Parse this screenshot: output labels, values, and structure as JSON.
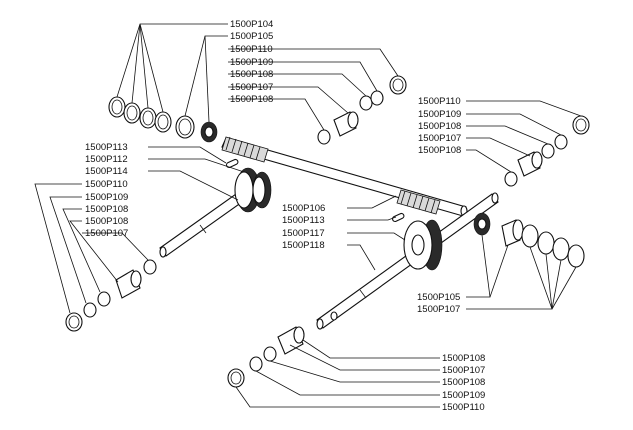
{
  "colors": {
    "ink": "#111111",
    "background": "#ffffff"
  },
  "labels": {
    "tl_p104": "1500P104",
    "tl_p105": "1500P105",
    "tl_p110": "1500P110",
    "tl_p109": "1500P109",
    "tl_p108a": "1500P108",
    "tl_p107": "1500P107",
    "tl_p108b": "1500P108",
    "tr_p110": "1500P110",
    "tr_p109": "1500P109",
    "tr_p108a": "1500P108",
    "tr_p107": "1500P107",
    "tr_p108b": "1500P108",
    "l_p113": "1500P113",
    "l_p112": "1500P112",
    "l_p114": "1500P114",
    "l_p110": "1500P110",
    "l_p109": "1500P109",
    "l_p108a": "1500P108",
    "l_p108b": "1500P108",
    "l_p107": "1500P107",
    "c_p106": "1500P106",
    "c_p113": "1500P113",
    "c_p117": "1500P117",
    "c_p118": "1500P118",
    "r_p105": "1500P105",
    "r_p107": "1500P107",
    "b_p108a": "1500P108",
    "b_p107": "1500P107",
    "b_p108b": "1500P108",
    "b_p109": "1500P109",
    "b_p110": "1500P110"
  }
}
